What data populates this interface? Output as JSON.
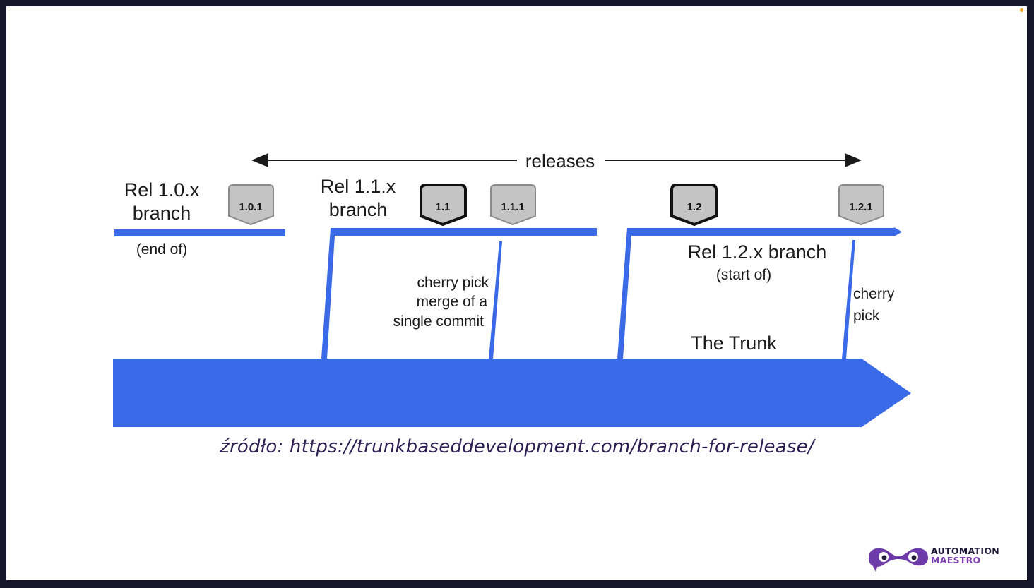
{
  "diagram": {
    "releases_label": "releases",
    "branches": [
      {
        "line1": "Rel 1.0.x",
        "line2": "branch",
        "note": "(end of)"
      },
      {
        "line1": "Rel 1.1.x",
        "line2": "branch"
      },
      {
        "line1": "Rel 1.2.x branch",
        "note": "(start of)"
      }
    ],
    "tags": [
      "1.0.1",
      "1.1",
      "1.1.1",
      "1.2",
      "1.2.1"
    ],
    "cherry_pick_merge": [
      "cherry pick",
      "merge of a",
      "single commit"
    ],
    "cherry_pick": [
      "cherry",
      "pick"
    ],
    "trunk_label": "The Trunk",
    "colors": {
      "branch_blue": "#3a6ae8",
      "tag_gray": "#c4c4c4",
      "tag_border_dark": "#111111",
      "tag_border_light": "#8a8a8a"
    }
  },
  "source": "źródło: https://trunkbaseddevelopment.com/branch-for-release/",
  "logo": {
    "line1": "AUTOMATION",
    "line2": "MAESTRO"
  }
}
